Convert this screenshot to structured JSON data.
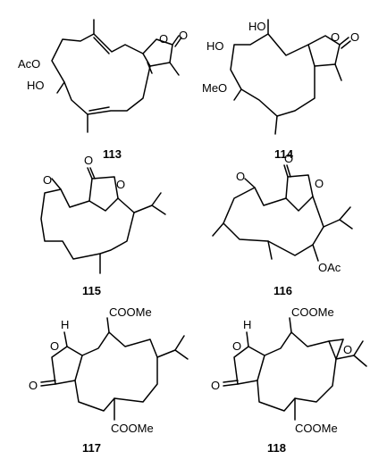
{
  "compounds": [
    {
      "number": "113",
      "labels": {
        "acetoxy": "AcO",
        "hydroxy": "HO"
      }
    },
    {
      "number": "114",
      "labels": {
        "hydroxy_top": "HO",
        "hydroxy_mid": "HO",
        "methoxy": "MeO"
      }
    },
    {
      "number": "115",
      "labels": {}
    },
    {
      "number": "116",
      "labels": {
        "acetoxy": "OAc"
      }
    },
    {
      "number": "117",
      "labels": {
        "ester_top": "COOMe",
        "ester_bottom": "COOMe",
        "hydrogen": "H"
      }
    },
    {
      "number": "118",
      "labels": {
        "ester_top": "COOMe",
        "ester_bottom": "COOMe",
        "hydrogen": "H"
      }
    }
  ],
  "atom_labels": {
    "oxygen": "O"
  }
}
